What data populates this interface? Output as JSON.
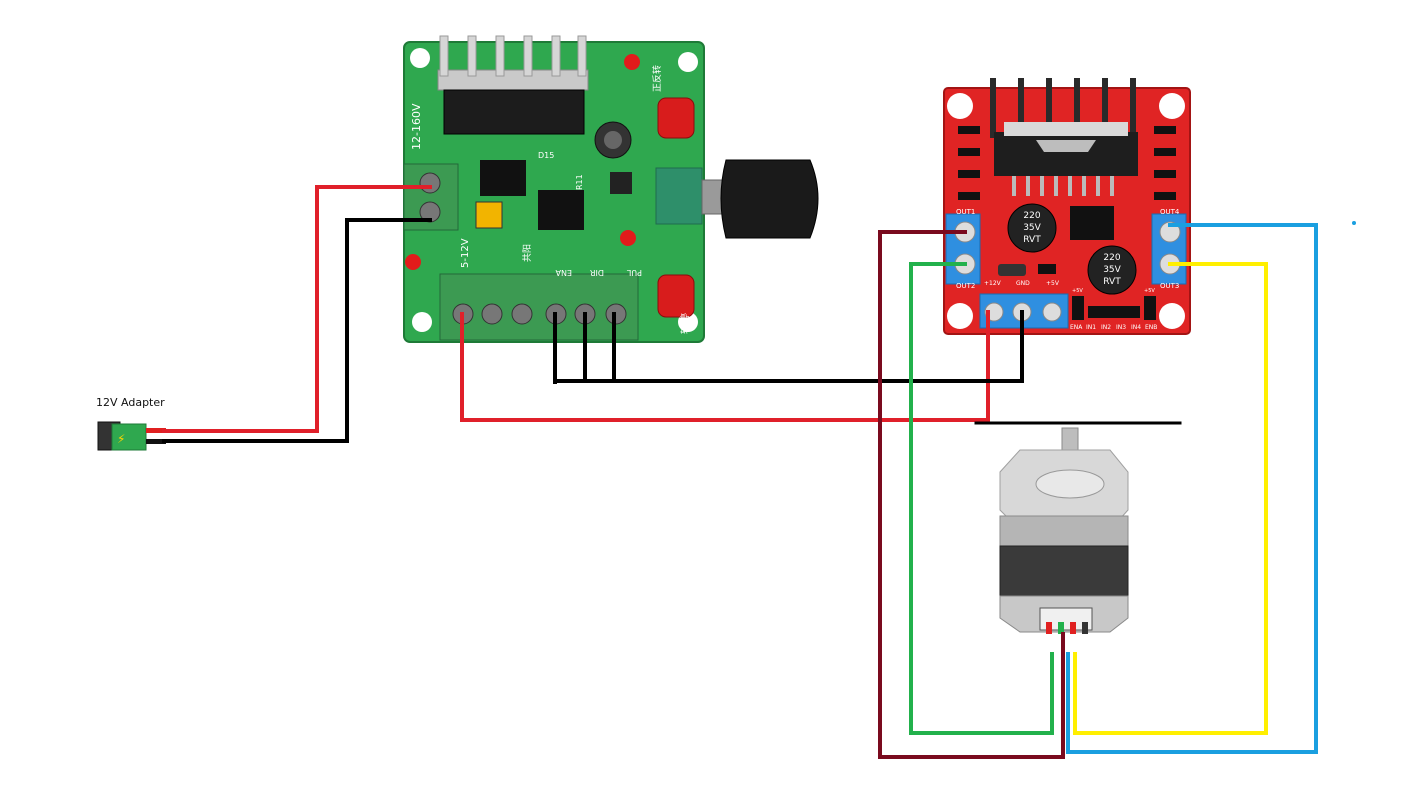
{
  "adapter": {
    "label": "12V Adapter",
    "bolt": "⚡"
  },
  "l298n": {
    "out1": "OUT1",
    "out2": "OUT2",
    "out3": "OUT3",
    "out4": "OUT4",
    "pin_12v": "+12V",
    "pin_gnd": "GND",
    "pin_5v": "+5V",
    "logic_5v_a": "+5V",
    "logic_5v_b": "+5V",
    "ena": "ENA",
    "in1": "IN1",
    "in2": "IN2",
    "in3": "IN3",
    "in4": "IN4",
    "enb": "ENB",
    "cap1": [
      "220",
      "35V",
      "RVT"
    ],
    "cap2": [
      "220",
      "35V",
      "RVT"
    ]
  },
  "pulse_board": {
    "silk_voltage_top": "12-160V",
    "silk_voltage_bottom": "5-12V",
    "d15": "D15",
    "r11": "R11",
    "ena": "ENA",
    "dir": "DIR",
    "pul": "PUL",
    "chinese_top": "正反转",
    "chinese_bottom": "转/停",
    "chinese_mid": "共阳"
  },
  "colors": {
    "red_wire": "#e0202a",
    "black_wire": "#000000",
    "maroon_wire": "#7a0a1e",
    "green_wire": "#22b14c",
    "yellow_wire": "#ffef00",
    "blue_wire": "#1a9fe0",
    "l298n_pcb": "#e02424",
    "pulse_pcb": "#2fa84f",
    "terminal_blue": "#2f8fe0",
    "terminal_green": "#3c9a52"
  }
}
